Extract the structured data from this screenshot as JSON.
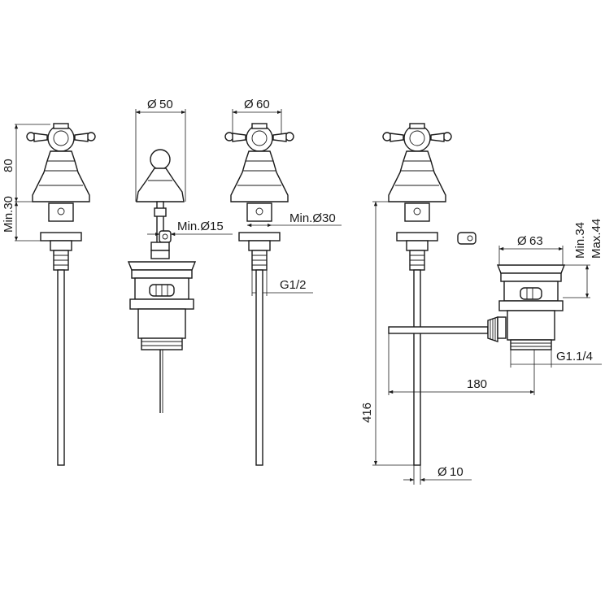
{
  "dimensions": {
    "d50": "50",
    "d60": "60",
    "h80": "80",
    "min30": "Min.30",
    "min_d15": "Min.Ø15",
    "min_d30": "Min.Ø30",
    "g12": "G1/2",
    "min34": "Min.34",
    "max44": "Max.44",
    "d63": "63",
    "g114": "G1.1/4",
    "l180": "180",
    "h416": "416",
    "d10": "10"
  }
}
